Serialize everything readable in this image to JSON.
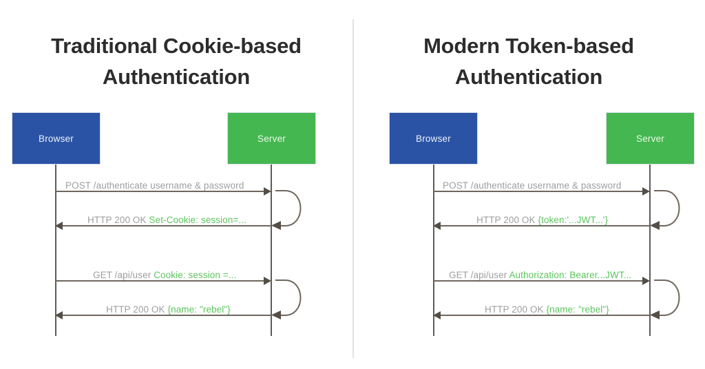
{
  "diagram": {
    "type": "sequence-diagram-pair",
    "background": "#ffffff",
    "colors": {
      "browser_box": "#2a53a5",
      "server_box": "#45b750",
      "title_text": "#2c2c2c",
      "message_text": "#9e9e9e",
      "highlight_text": "#5cc45e",
      "arrow": "#6e665e",
      "lifeline": "#5b5b5b",
      "divider": "#e2e2e2"
    },
    "panels": [
      {
        "id": "left",
        "title": "Traditional Cookie-based\nAuthentication",
        "actors": [
          {
            "id": "browser",
            "label": "Browser",
            "color": "#2a53a5"
          },
          {
            "id": "server",
            "label": "Server",
            "color": "#45b750"
          }
        ],
        "messages": [
          {
            "id": "m1",
            "direction": "right",
            "plain": "POST /authenticate username & password",
            "highlight": ""
          },
          {
            "id": "m2",
            "direction": "left",
            "plain": "HTTP 200 OK ",
            "highlight": "Set-Cookie: session=..."
          },
          {
            "id": "m3",
            "direction": "right",
            "plain": "GET /api/user ",
            "highlight": "Cookie: session =..."
          },
          {
            "id": "m4",
            "direction": "left",
            "plain": "HTTP 200 OK ",
            "highlight": "{name: \"rebel\"}"
          }
        ],
        "self_loops": 2
      },
      {
        "id": "right",
        "title": "Modern Token-based\nAuthentication",
        "actors": [
          {
            "id": "browser",
            "label": "Browser",
            "color": "#2a53a5"
          },
          {
            "id": "server",
            "label": "Server",
            "color": "#45b750"
          }
        ],
        "messages": [
          {
            "id": "m1",
            "direction": "right",
            "plain": "POST /authenticate username & password",
            "highlight": ""
          },
          {
            "id": "m2",
            "direction": "left",
            "plain": "HTTP 200 OK ",
            "highlight": "{token:'...JWT...'}"
          },
          {
            "id": "m3",
            "direction": "right",
            "plain": "GET /api/user ",
            "highlight": "Authorization: Bearer...JWT..."
          },
          {
            "id": "m4",
            "direction": "left",
            "plain": "HTTP 200 OK ",
            "highlight": "{name: \"rebel\"}"
          }
        ],
        "self_loops": 2
      }
    ]
  }
}
